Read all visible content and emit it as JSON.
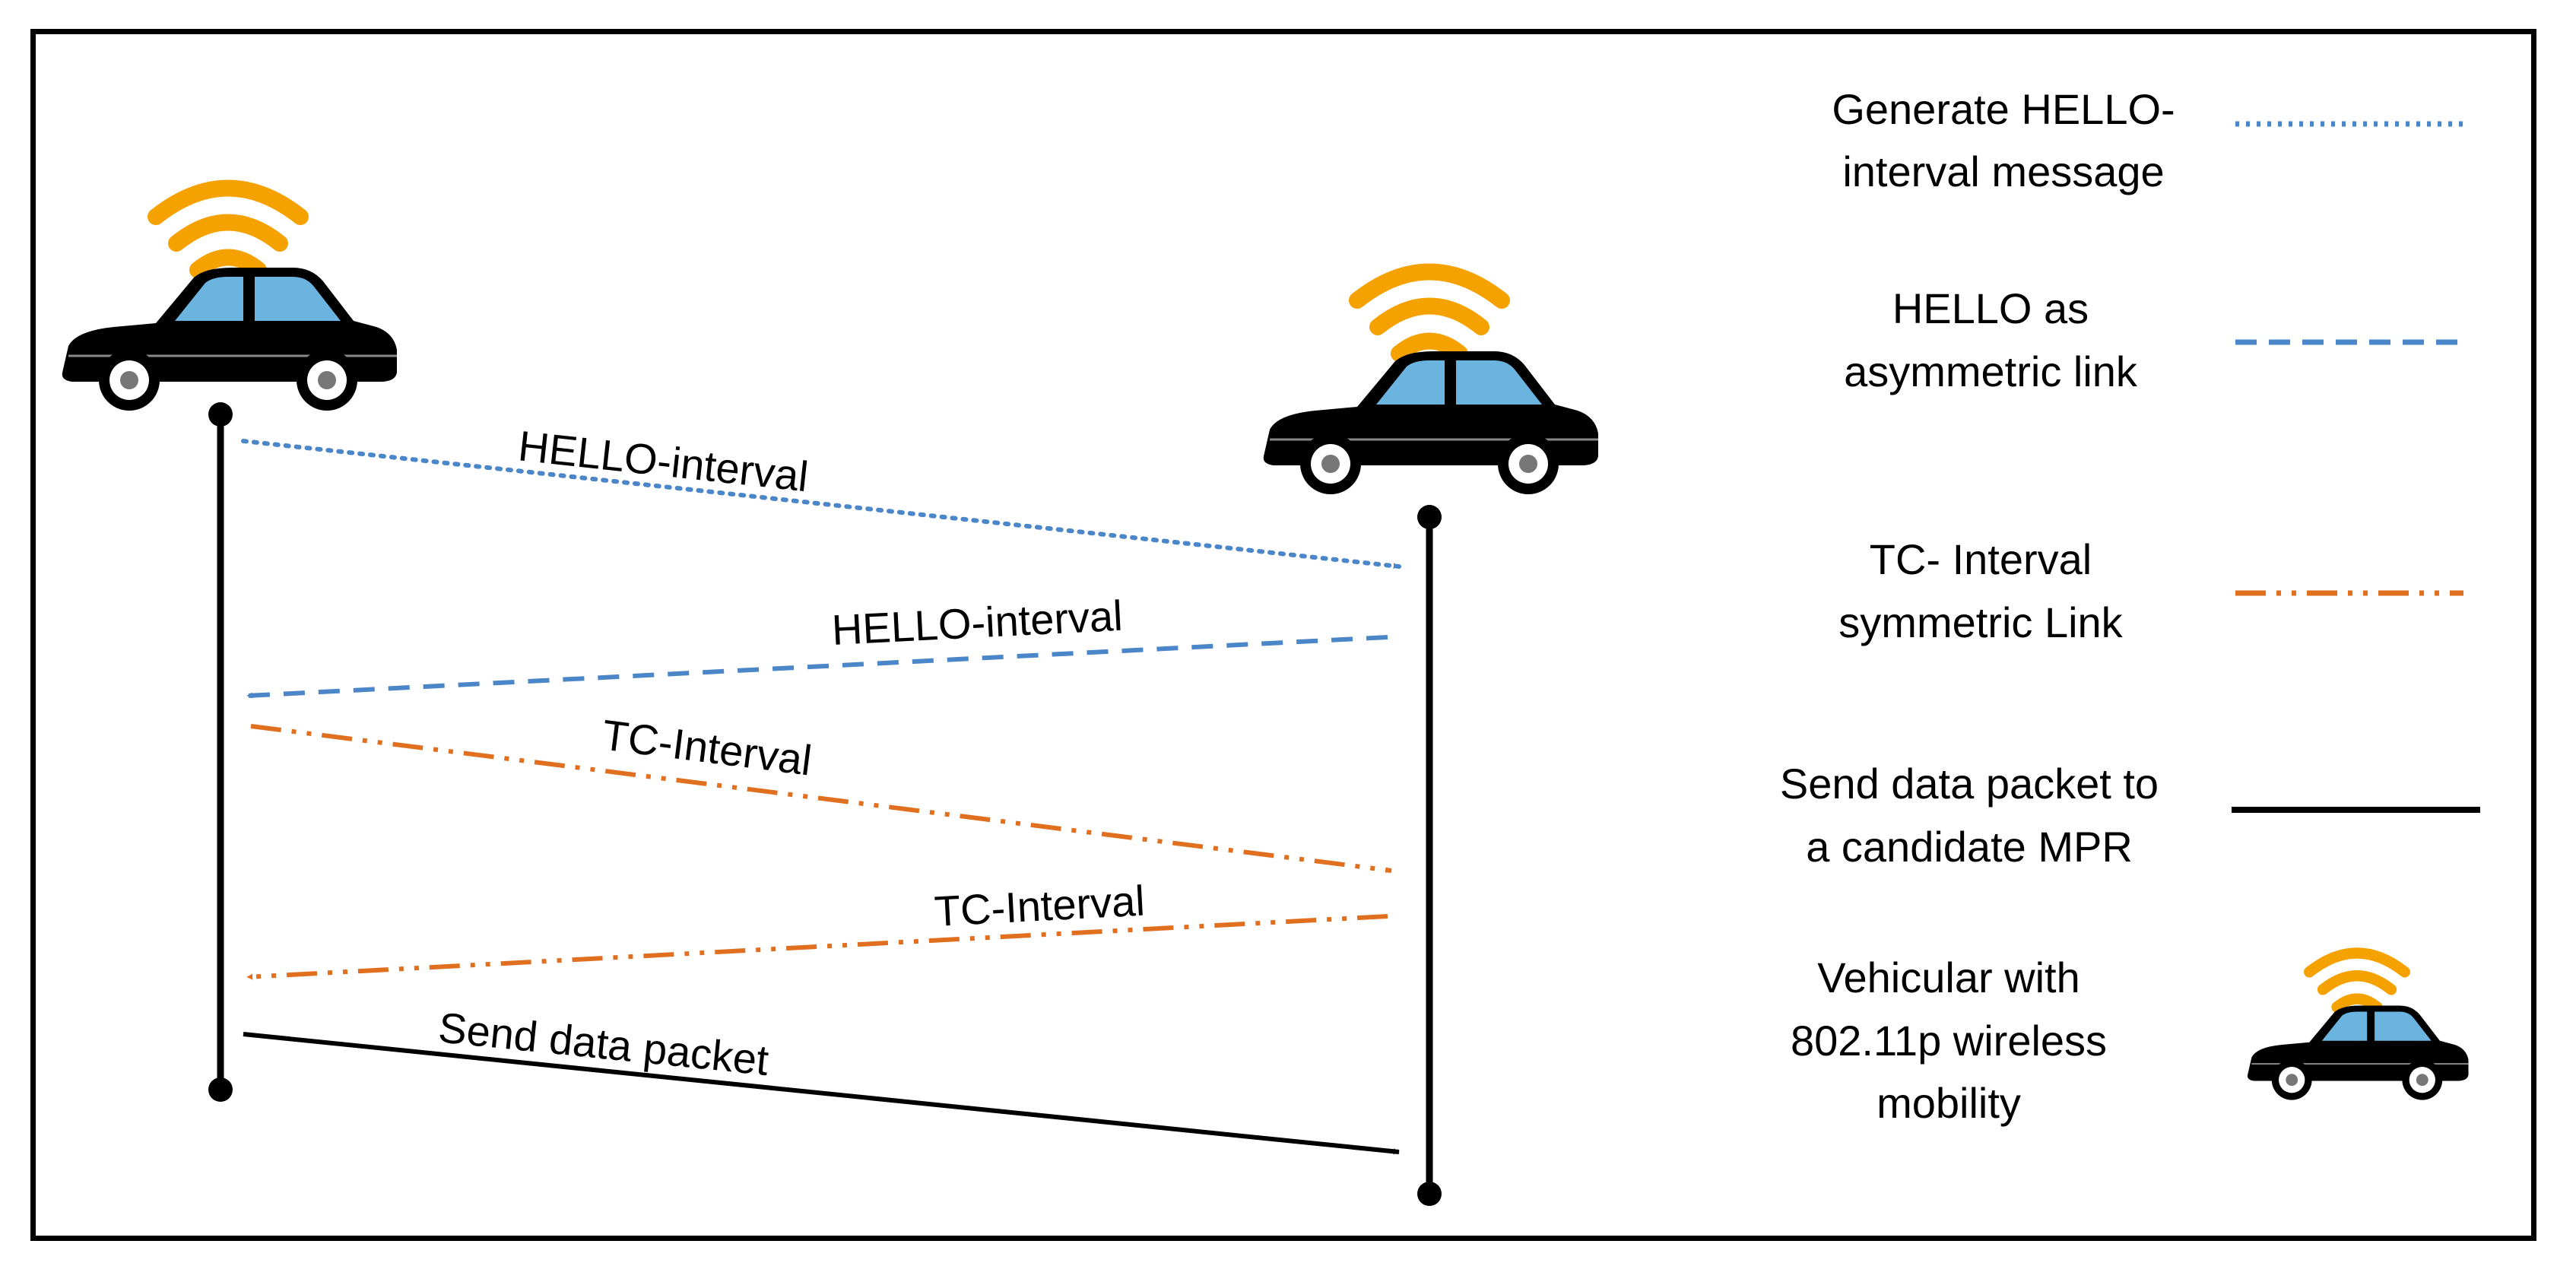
{
  "colors": {
    "hello": "#4a86c8",
    "tc": "#e07020",
    "data": "#000000",
    "wifi": "#f5a200",
    "car_body": "#000000",
    "car_window": "#6bb4e0"
  },
  "icons": {
    "vehicle": "car-with-wifi-icon"
  },
  "messages": [
    {
      "label": "HELLO-interval",
      "style": "dotted",
      "color_key": "hello",
      "direction": "left-to-right"
    },
    {
      "label": "HELLO-interval",
      "style": "dashed",
      "color_key": "hello",
      "direction": "right-to-left"
    },
    {
      "label": "TC-Interval",
      "style": "dash-dot-dot",
      "color_key": "tc",
      "direction": "left-to-right"
    },
    {
      "label": "TC-Interval",
      "style": "dash-dot-dot",
      "color_key": "tc",
      "direction": "right-to-left"
    },
    {
      "label": "Send data packet",
      "style": "solid",
      "color_key": "data",
      "direction": "left-to-right"
    }
  ],
  "legend": [
    {
      "line1": "Generate HELLO-",
      "line2": "interval message",
      "style": "dotted",
      "color_key": "hello"
    },
    {
      "line1": "HELLO as",
      "line2": "asymmetric link",
      "style": "dashed",
      "color_key": "hello"
    },
    {
      "line1": "TC- Interval",
      "line2": "symmetric Link",
      "style": "dash-dot-dot",
      "color_key": "tc"
    },
    {
      "line1": "Send data packet to",
      "line2": "a candidate MPR",
      "style": "solid",
      "color_key": "data"
    },
    {
      "line1": "Vehicular with",
      "line2": "802.11p wireless",
      "line3": "mobility",
      "style": "vehicle-icon",
      "color_key": "car_body"
    }
  ]
}
